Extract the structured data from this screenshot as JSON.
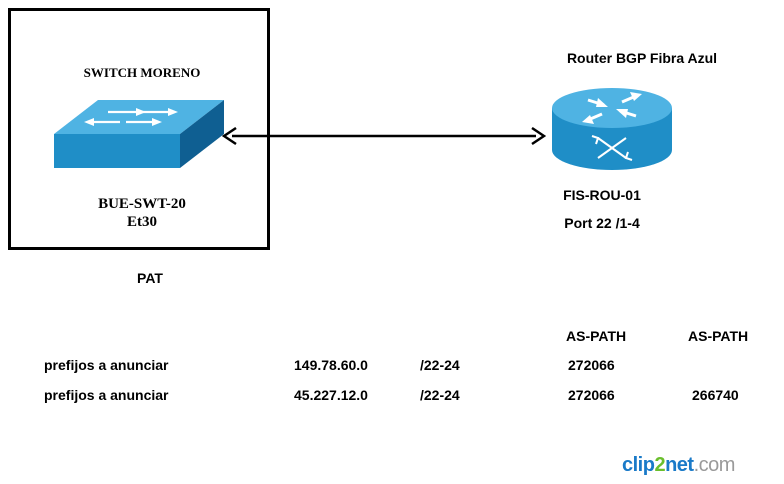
{
  "switch": {
    "title": "SWITCH MORENO",
    "hostname": "BUE-SWT-20",
    "port": "Et30",
    "tag": "PAT"
  },
  "router": {
    "title": "Router BGP Fibra Azul",
    "hostname": "FIS-ROU-01",
    "port": "Port 22 /1-4"
  },
  "table": {
    "headers": [
      "AS-PATH",
      "AS-PATH"
    ],
    "rows": [
      {
        "label": "prefijos a anunciar",
        "prefix": "149.78.60.0",
        "mask": "/22-24",
        "as1": "272066",
        "as2": ""
      },
      {
        "label": "prefijos a anunciar",
        "prefix": "45.227.12.0",
        "mask": "/22-24",
        "as1": "272066",
        "as2": "266740"
      }
    ]
  },
  "watermark": {
    "part1": "clip",
    "part2": "2",
    "part3": "net",
    "part4": ".com"
  },
  "colors": {
    "device_blue": "#1f8ec7",
    "device_dark": "#0f5f92",
    "device_light": "#4fb3e3",
    "link": "#000000"
  },
  "icons": {
    "switch": "switch-icon",
    "router": "router-icon",
    "link": "double-arrow-icon"
  }
}
